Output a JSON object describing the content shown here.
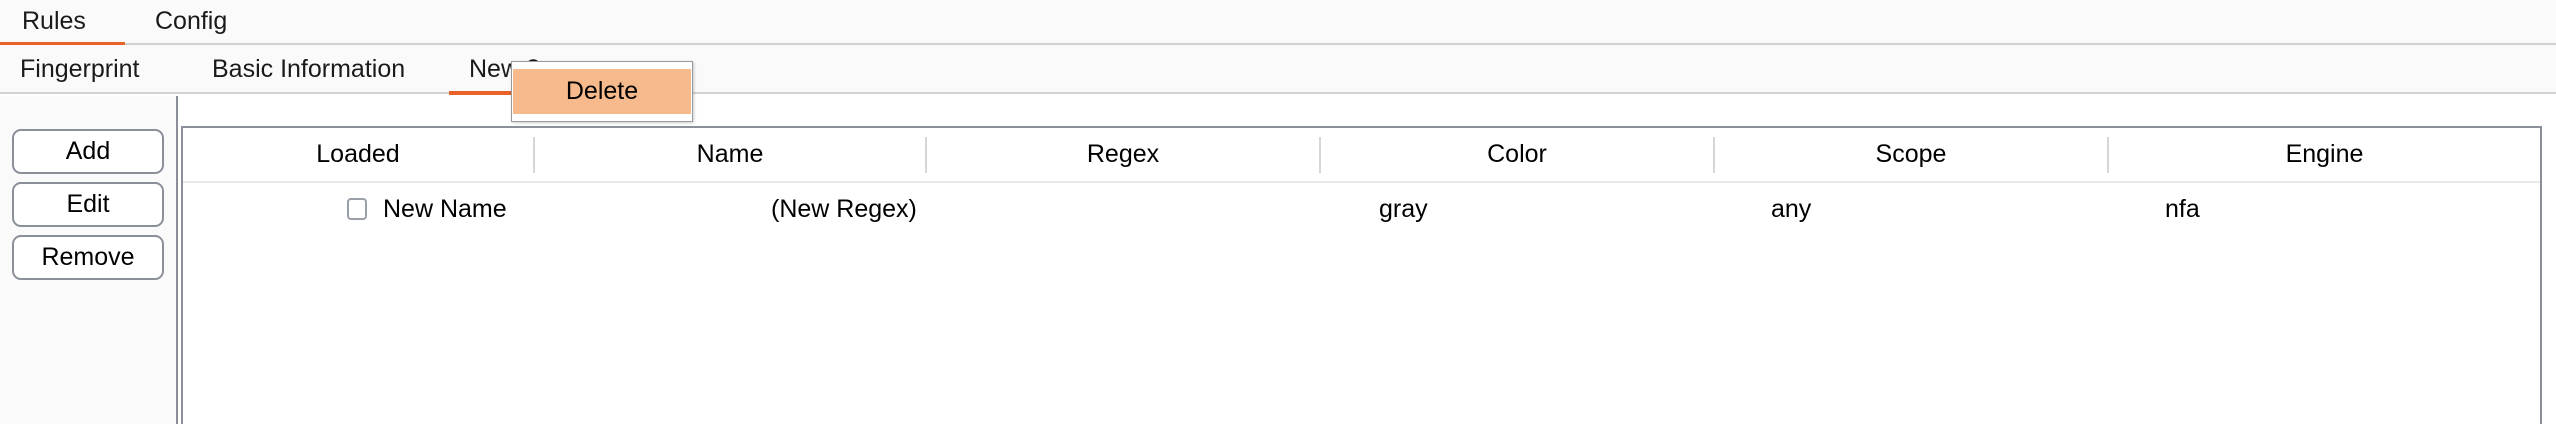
{
  "accent_color": "#e8622a",
  "menu_highlight_color": "#f7ba8c",
  "primary_tabs": [
    {
      "label": "Rules",
      "active": true
    },
    {
      "label": "Config",
      "active": false
    }
  ],
  "secondary_tabs": [
    {
      "label": "Fingerprint",
      "active": false
    },
    {
      "label": "Basic Information",
      "active": false
    },
    {
      "label": "New ?",
      "active": true
    }
  ],
  "context_menu": {
    "items": [
      {
        "label": "Delete",
        "highlighted": true
      }
    ]
  },
  "sidebar": {
    "buttons": [
      {
        "label": "Add"
      },
      {
        "label": "Edit"
      },
      {
        "label": "Remove"
      }
    ]
  },
  "table": {
    "columns": [
      "Loaded",
      "Name",
      "Regex",
      "Color",
      "Scope",
      "Engine"
    ],
    "rows": [
      {
        "loaded": false,
        "name": "New Name",
        "regex": "(New Regex)",
        "color": "gray",
        "scope": "any",
        "engine": "nfa"
      }
    ]
  }
}
